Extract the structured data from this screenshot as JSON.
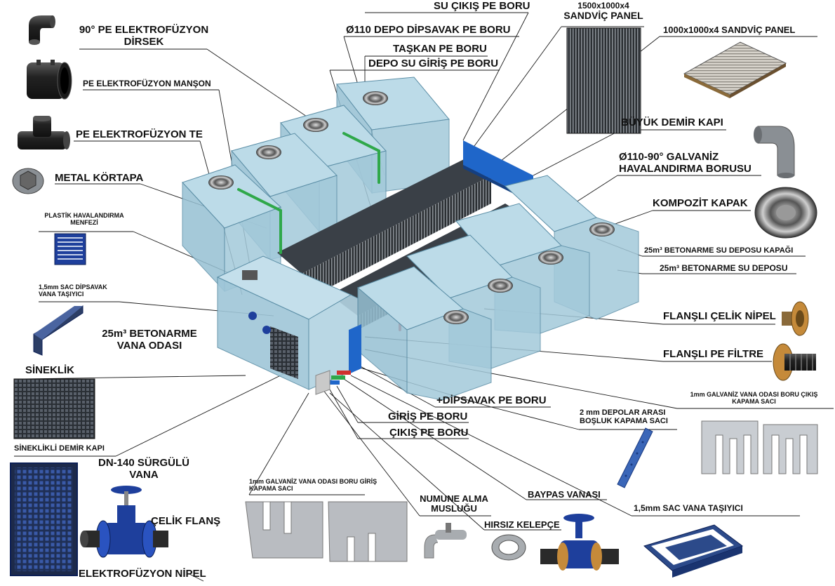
{
  "labels": {
    "su_cikis": "SU ÇIKIŞ PE BORU",
    "dirsek_l1": "90° PE ELEKTROFÜZYON",
    "dirsek_l2": "DİRSEK",
    "dipsavak": "Ø110 DEPO DİPSAVAK PE BORU",
    "taskan": "TAŞKAN PE BORU",
    "depo_giris": "DEPO SU GİRİŞ PE BORU",
    "sandvic_1500_l1": "1500x1000x4",
    "sandvic_1500_l2": "SANDVİÇ PANEL",
    "sandvic_1000": "1000x1000x4 SANDVİÇ PANEL",
    "manson": "PE ELEKTROFÜZYON MANŞON",
    "te": "PE ELEKTROFÜZYON TE",
    "kortapa": "METAL KÖRTAPA",
    "havalandirma_menfez_l1": "PLASTİK HAVALANDIRMA",
    "havalandirma_menfez_l2": "MENFEZİ",
    "sac_dipsavak_l1": "1,5mm SAC DİPSAVAK",
    "sac_dipsavak_l2": "VANA TAŞIYICI",
    "vana_odasi_l1": "25m³ BETONARME",
    "vana_odasi_l2": "VANA ODASI",
    "sineklik": "SİNEKLİK",
    "sinekli_kapi": "SİNEKLİKLİ DEMİR KAPI",
    "surgulu_l1": "DN-140 SÜRGÜLÜ",
    "surgulu_l2": "VANA",
    "celik_flans": "ÇELİK FLANŞ",
    "elektrofuzyon_nipel": "ELEKTROFÜZYON NİPEL",
    "buyuk_kapi": "BÜYÜK DEMİR KAPI",
    "galvaniz_boru_l1": "Ø110-90° GALVANİZ",
    "galvaniz_boru_l2": "HAVALANDIRMA BORUSU",
    "kompozit": "KOMPOZİT KAPAK",
    "depo_kapagi": "25m³ BETONARME SU DEPOSU KAPAĞI",
    "su_deposu": "25m³ BETONARME SU DEPOSU",
    "celik_nipel": "FLANŞLI ÇELİK NİPEL",
    "pe_filtre": "FLANŞLI PE FİLTRE",
    "vana_odasi_cikis_l1": "1mm GALVANİZ VANA ODASI BORU ÇIKIŞ",
    "vana_odasi_cikis_l2": "KAPAMA SACI",
    "dipsavak_pe": "+DİPSAVAK PE BORU",
    "giris_pe": "GİRİŞ PE BORU",
    "cikis_pe": "ÇIKIŞ PE BORU",
    "depolar_arasi_l1": "2 mm DEPOLAR ARASI",
    "depolar_arasi_l2": "BOŞLUK KAPAMA SACI",
    "giris_kapama_l1": "1mm GALVANİZ VANA ODASI BORU GİRİŞ",
    "giris_kapama_l2": "KAPAMA SACI",
    "numune_l1": "NUMUNE ALMA",
    "numune_l2": "MUSLUĞU",
    "baypas": "BAYPAS VANASI",
    "kelepce": "HIRSIZ KELEPÇE",
    "sac_vana_tasiyici": "1,5mm SAC VANA TAŞIYICI"
  },
  "colors": {
    "tank_fill": "#a9cfe0",
    "tank_edge": "#5b8ea6",
    "panel_dark": "#2f3438",
    "blue_accent": "#1f66c9",
    "steel_gray": "#8a8f94",
    "valve_blue": "#1e3f9c",
    "pipe_green": "#2fa84a",
    "pipe_red": "#d0322f"
  },
  "icons": [
    "elbow-pipe-icon",
    "sleeve-coupler-icon",
    "tee-pipe-icon",
    "blind-cap-icon",
    "vent-grille-icon",
    "bracket-icon",
    "mesh-screen-icon",
    "mesh-door-icon",
    "gate-valve-icon",
    "sandwich-panel-icon",
    "galvanized-elbow-icon",
    "composite-lid-icon",
    "flanged-nipple-icon",
    "flanged-filter-icon",
    "cover-plate-icon",
    "gap-strip-icon",
    "sample-tap-icon",
    "clamp-icon",
    "valve-carrier-icon"
  ]
}
